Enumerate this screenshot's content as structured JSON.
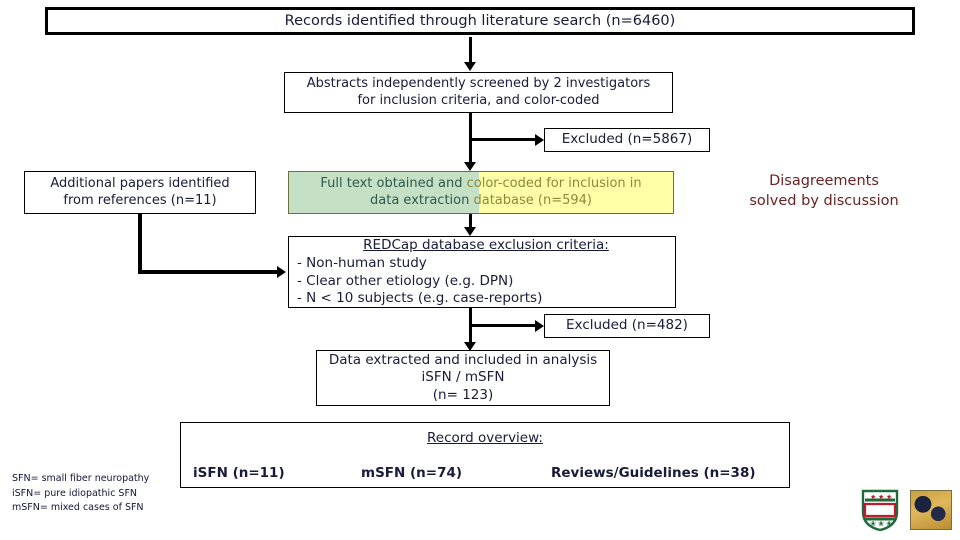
{
  "flow": {
    "records": "Records identified through literature search (n=6460)",
    "abstracts_line1": "Abstracts independently screened by 2 investigators",
    "abstracts_line2": "for inclusion criteria, and color-coded",
    "excluded_1": "Excluded (n=5867)",
    "additional_line1": "Additional papers identified",
    "additional_line2": "from references (n=11)",
    "fulltext_green_1": "Full text obtained and ",
    "fulltext_yellow_1": "color-coded for inclusion in",
    "fulltext_green_2": "data extraction ",
    "fulltext_yellow_2": "database (n=594)",
    "redcap_title": "REDCap database exclusion criteria:",
    "redcap_item1": "- Non-human study",
    "redcap_item2": "- Clear other etiology (e.g. DPN)",
    "redcap_item3": "- N < 10 subjects (e.g. case-reports)",
    "excluded_2": "Excluded (n=482)",
    "extracted_line1": "Data extracted and included in analysis",
    "extracted_line2": "iSFN / mSFN",
    "extracted_line3": "(n= 123)"
  },
  "note": {
    "line1": "Disagreements",
    "line2": "solved by discussion",
    "color": "#6b1f1f"
  },
  "overview": {
    "title": "Record overview:",
    "items": [
      {
        "label": "iSFN (n=11)"
      },
      {
        "label": "mSFN (n=74)"
      },
      {
        "label": "Reviews/Guidelines  (n=38)"
      }
    ]
  },
  "legend": {
    "line1": "SFN= small fiber neuropathy",
    "line2": "iSFN= pure idiopathic SFN",
    "line3": "mSFN= mixed cases of SFN"
  },
  "colors": {
    "green_fill": "#c5e0c5",
    "yellow_fill": "#ffffa8",
    "green_text": "#2e5b4e",
    "olive_text": "#8a8a3c",
    "note_text": "#6b1f1f",
    "body_text": "#1a1a3c"
  }
}
